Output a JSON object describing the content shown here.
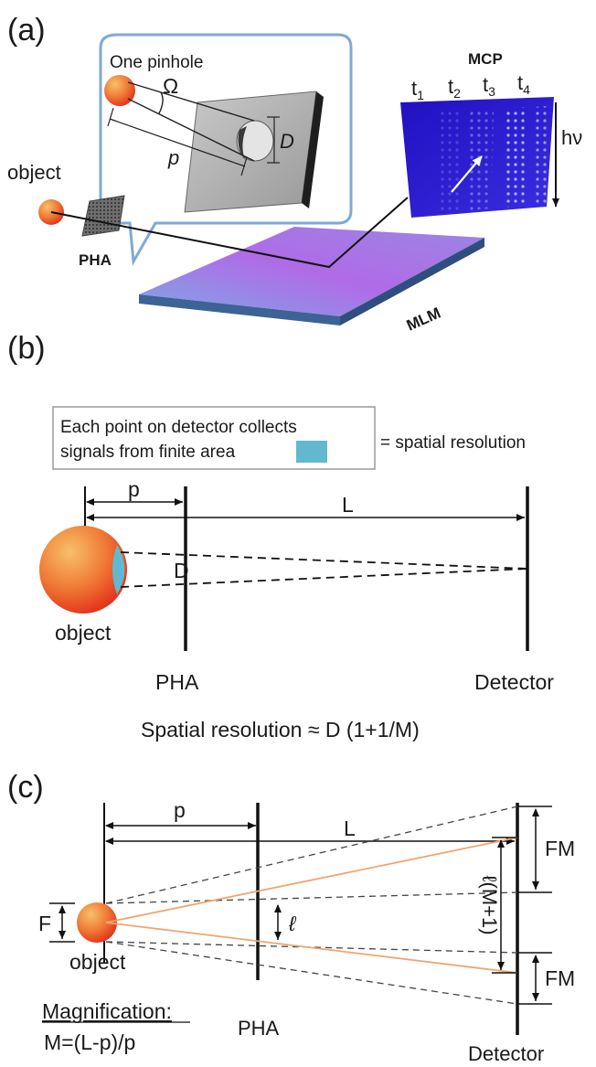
{
  "panels": {
    "a": {
      "label": "(a)",
      "inset_title": "One pinhole",
      "omega": "Ω",
      "d": "D",
      "p": "p",
      "object": "object",
      "pha": "PHA",
      "mcp": "MCP",
      "time_frames": [
        "t1",
        "t2",
        "t3",
        "t4"
      ],
      "photon_energy": "hν",
      "mlm": "MLM"
    },
    "b": {
      "label": "(b)",
      "box_line1": "Each point on detector collects",
      "box_line2": "signals from finite area",
      "equals_text": "= spatial resolution",
      "p": "p",
      "L": "L",
      "D": "D",
      "object": "object",
      "pha": "PHA",
      "detector": "Detector",
      "formula": "Spatial resolution ≈ D (1+1/M)"
    },
    "c": {
      "label": "(c)",
      "p": "p",
      "L": "L",
      "F": "F",
      "ell": "ℓ",
      "fm_top": "FM",
      "fm_bottom": "FM",
      "ell_m": "ℓ(M+1)",
      "object": "object",
      "pha": "PHA",
      "detector": "Detector",
      "magnification_title": "Magnification:",
      "magnification_formula": "M=(L-p)/p"
    }
  },
  "colors": {
    "object_gradient_start": "#f6b35a",
    "object_gradient_end": "#e5341c",
    "inset_border": "#7fa9d6",
    "mcp_blue": "#2a1fc8",
    "mlm_top_start": "#7ea7e6",
    "mlm_top_end": "#b26be8",
    "resolution_patch": "#62b8cf",
    "orange_ray": "#f0a570"
  }
}
